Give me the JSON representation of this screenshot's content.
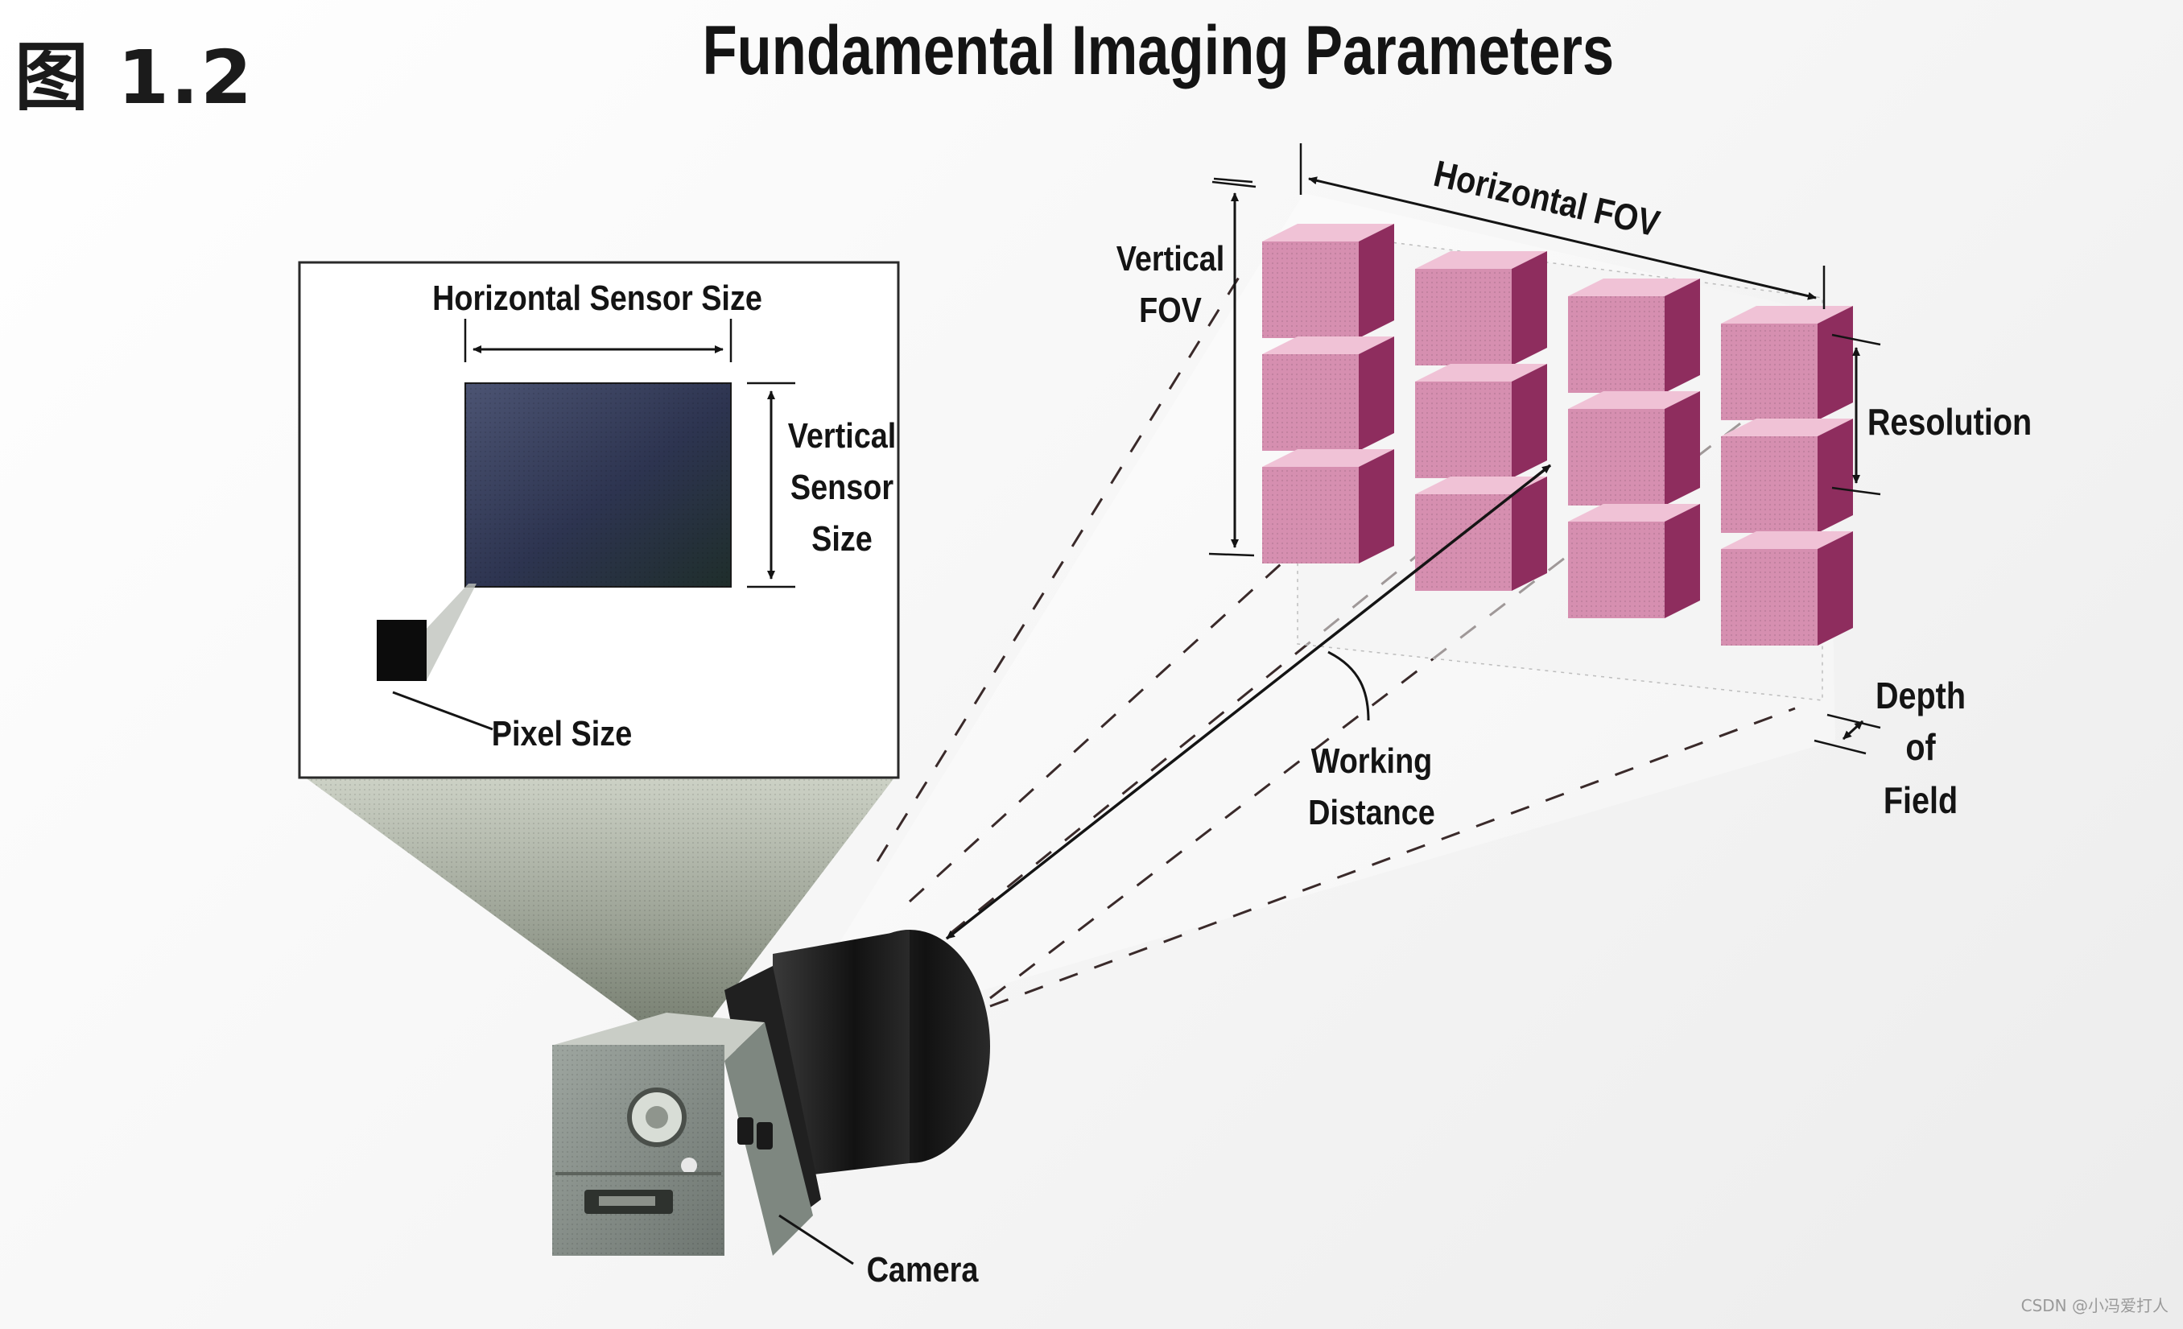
{
  "figure_number": "图 1.2",
  "title": "Fundamental Imaging Parameters",
  "labels": {
    "horizontal_sensor_size": "Horizontal Sensor Size",
    "vertical_sensor_size": [
      "Vertical",
      "Sensor",
      "Size"
    ],
    "pixel_size": "Pixel Size",
    "horizontal_fov": "Horizontal FOV",
    "vertical_fov": [
      "Vertical",
      "FOV"
    ],
    "resolution": "Resolution",
    "working_distance": [
      "Working",
      "Distance"
    ],
    "depth_of_field": [
      "Depth",
      "of",
      "Field"
    ],
    "camera": "Camera"
  },
  "watermark": "CSDN @小冯爱打人",
  "colors": {
    "cube_front": "#d68fb0",
    "cube_top": "#f0c2d6",
    "cube_side": "#8e2d5e",
    "sensor": "#2f3650",
    "ink": "#141414"
  },
  "cube_grid": {
    "rows": 3,
    "columns": 4
  }
}
